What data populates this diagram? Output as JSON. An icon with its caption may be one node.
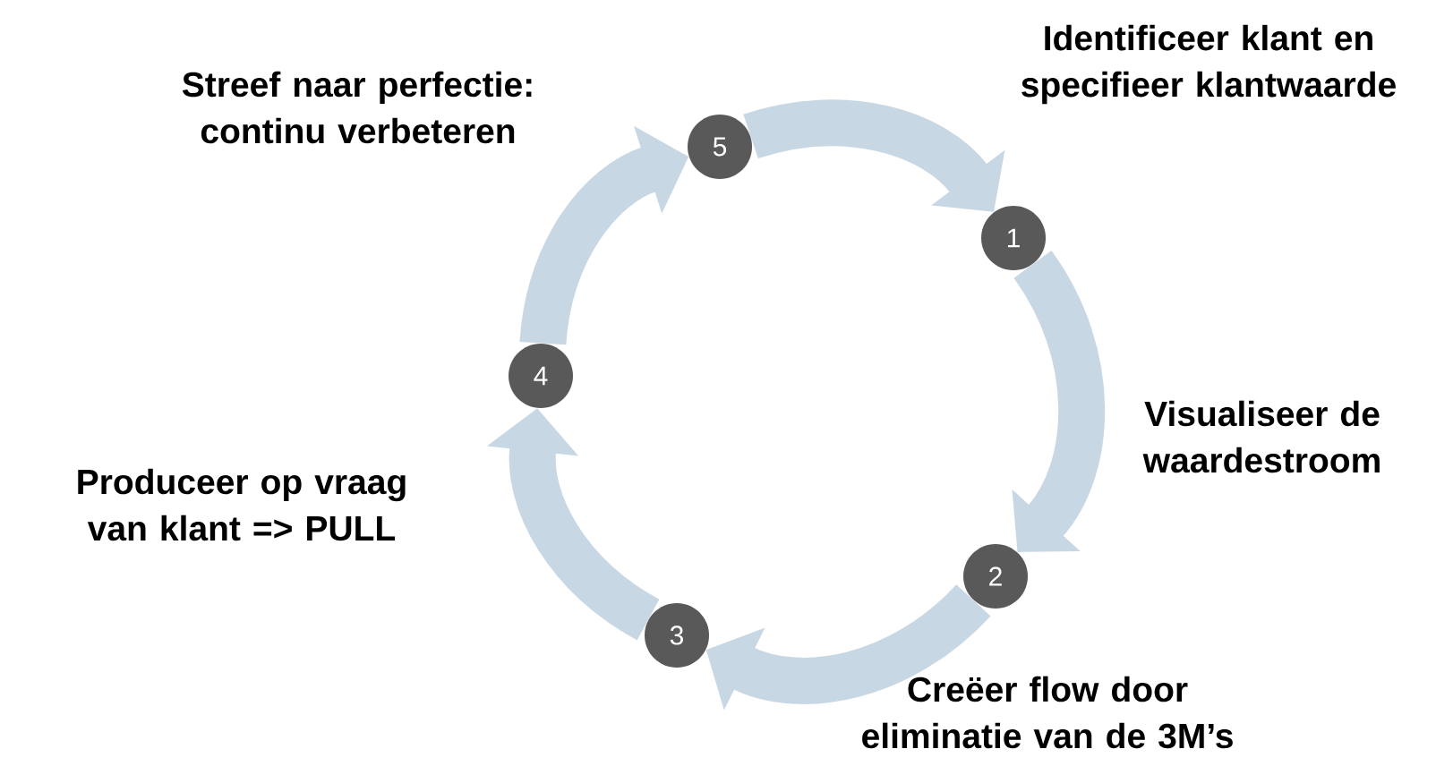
{
  "diagram": {
    "nodes": [
      {
        "text": [
          "1"
        ]
      },
      {
        "text": [
          "2"
        ]
      },
      {
        "text": [
          "3"
        ]
      },
      {
        "text": [
          "4"
        ]
      },
      {
        "text": [
          "5"
        ]
      }
    ],
    "edges": [
      {
        "from": 4,
        "to": 0,
        "arrow": "to"
      },
      {
        "from": 0,
        "to": 1,
        "arrow": "to"
      },
      {
        "from": 1,
        "to": 2,
        "arrow": "to"
      },
      {
        "from": 2,
        "to": 3,
        "arrow": "to"
      },
      {
        "from": 3,
        "to": 4,
        "arrow": "to"
      }
    ],
    "labels": [
      "Streef naar perfectie: continu verbeteren",
      "Identificeer klant en specifieer klantwaarde",
      "Visualiseer de waardestroom",
      "Produceer op vraag van klant => PULL",
      "Creëer flow door eliminatie van de 3M’s"
    ]
  }
}
